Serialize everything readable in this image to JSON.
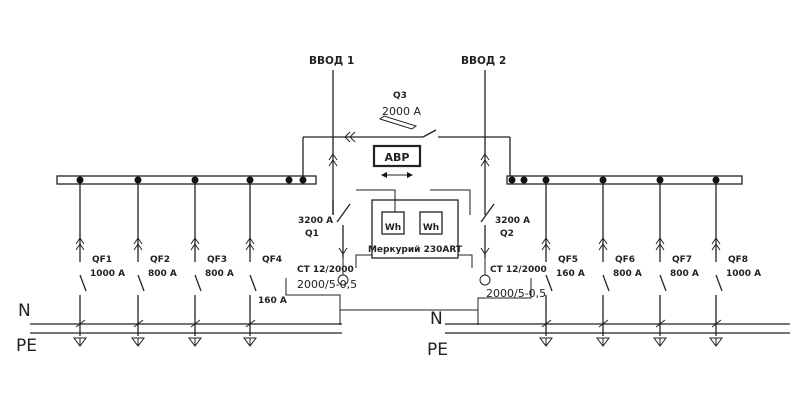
{
  "inputs": {
    "input1": "ВВОД 1",
    "input2": "ВВОД 2"
  },
  "q3": {
    "name": "Q3",
    "rating": "2000 A"
  },
  "ats": {
    "label": "АВР"
  },
  "q1": {
    "name": "Q1",
    "rating": "3200 A"
  },
  "q2": {
    "name": "Q2",
    "rating": "3200 A"
  },
  "meter": {
    "wh1": "Wh",
    "wh2": "Wh",
    "label": "Меркурий 230ART"
  },
  "ct1": {
    "label": "СТ 12/2000",
    "ratio": "2000/5-0,5"
  },
  "ct2": {
    "label": "СТ 12/2000",
    "ratio": "2000/5-0,5"
  },
  "breakers_left": [
    {
      "name": "QF1",
      "rating": "1000 A"
    },
    {
      "name": "QF2",
      "rating": "800 A"
    },
    {
      "name": "QF3",
      "rating": "800 A"
    },
    {
      "name": "QF4",
      "rating": "160 A"
    }
  ],
  "breakers_right": [
    {
      "name": "QF5",
      "rating": "160 A"
    },
    {
      "name": "QF6",
      "rating": "800 A"
    },
    {
      "name": "QF7",
      "rating": "800 A"
    },
    {
      "name": "QF8",
      "rating": "1000 A"
    }
  ],
  "conductors": {
    "n": "N",
    "pe": "PE"
  }
}
